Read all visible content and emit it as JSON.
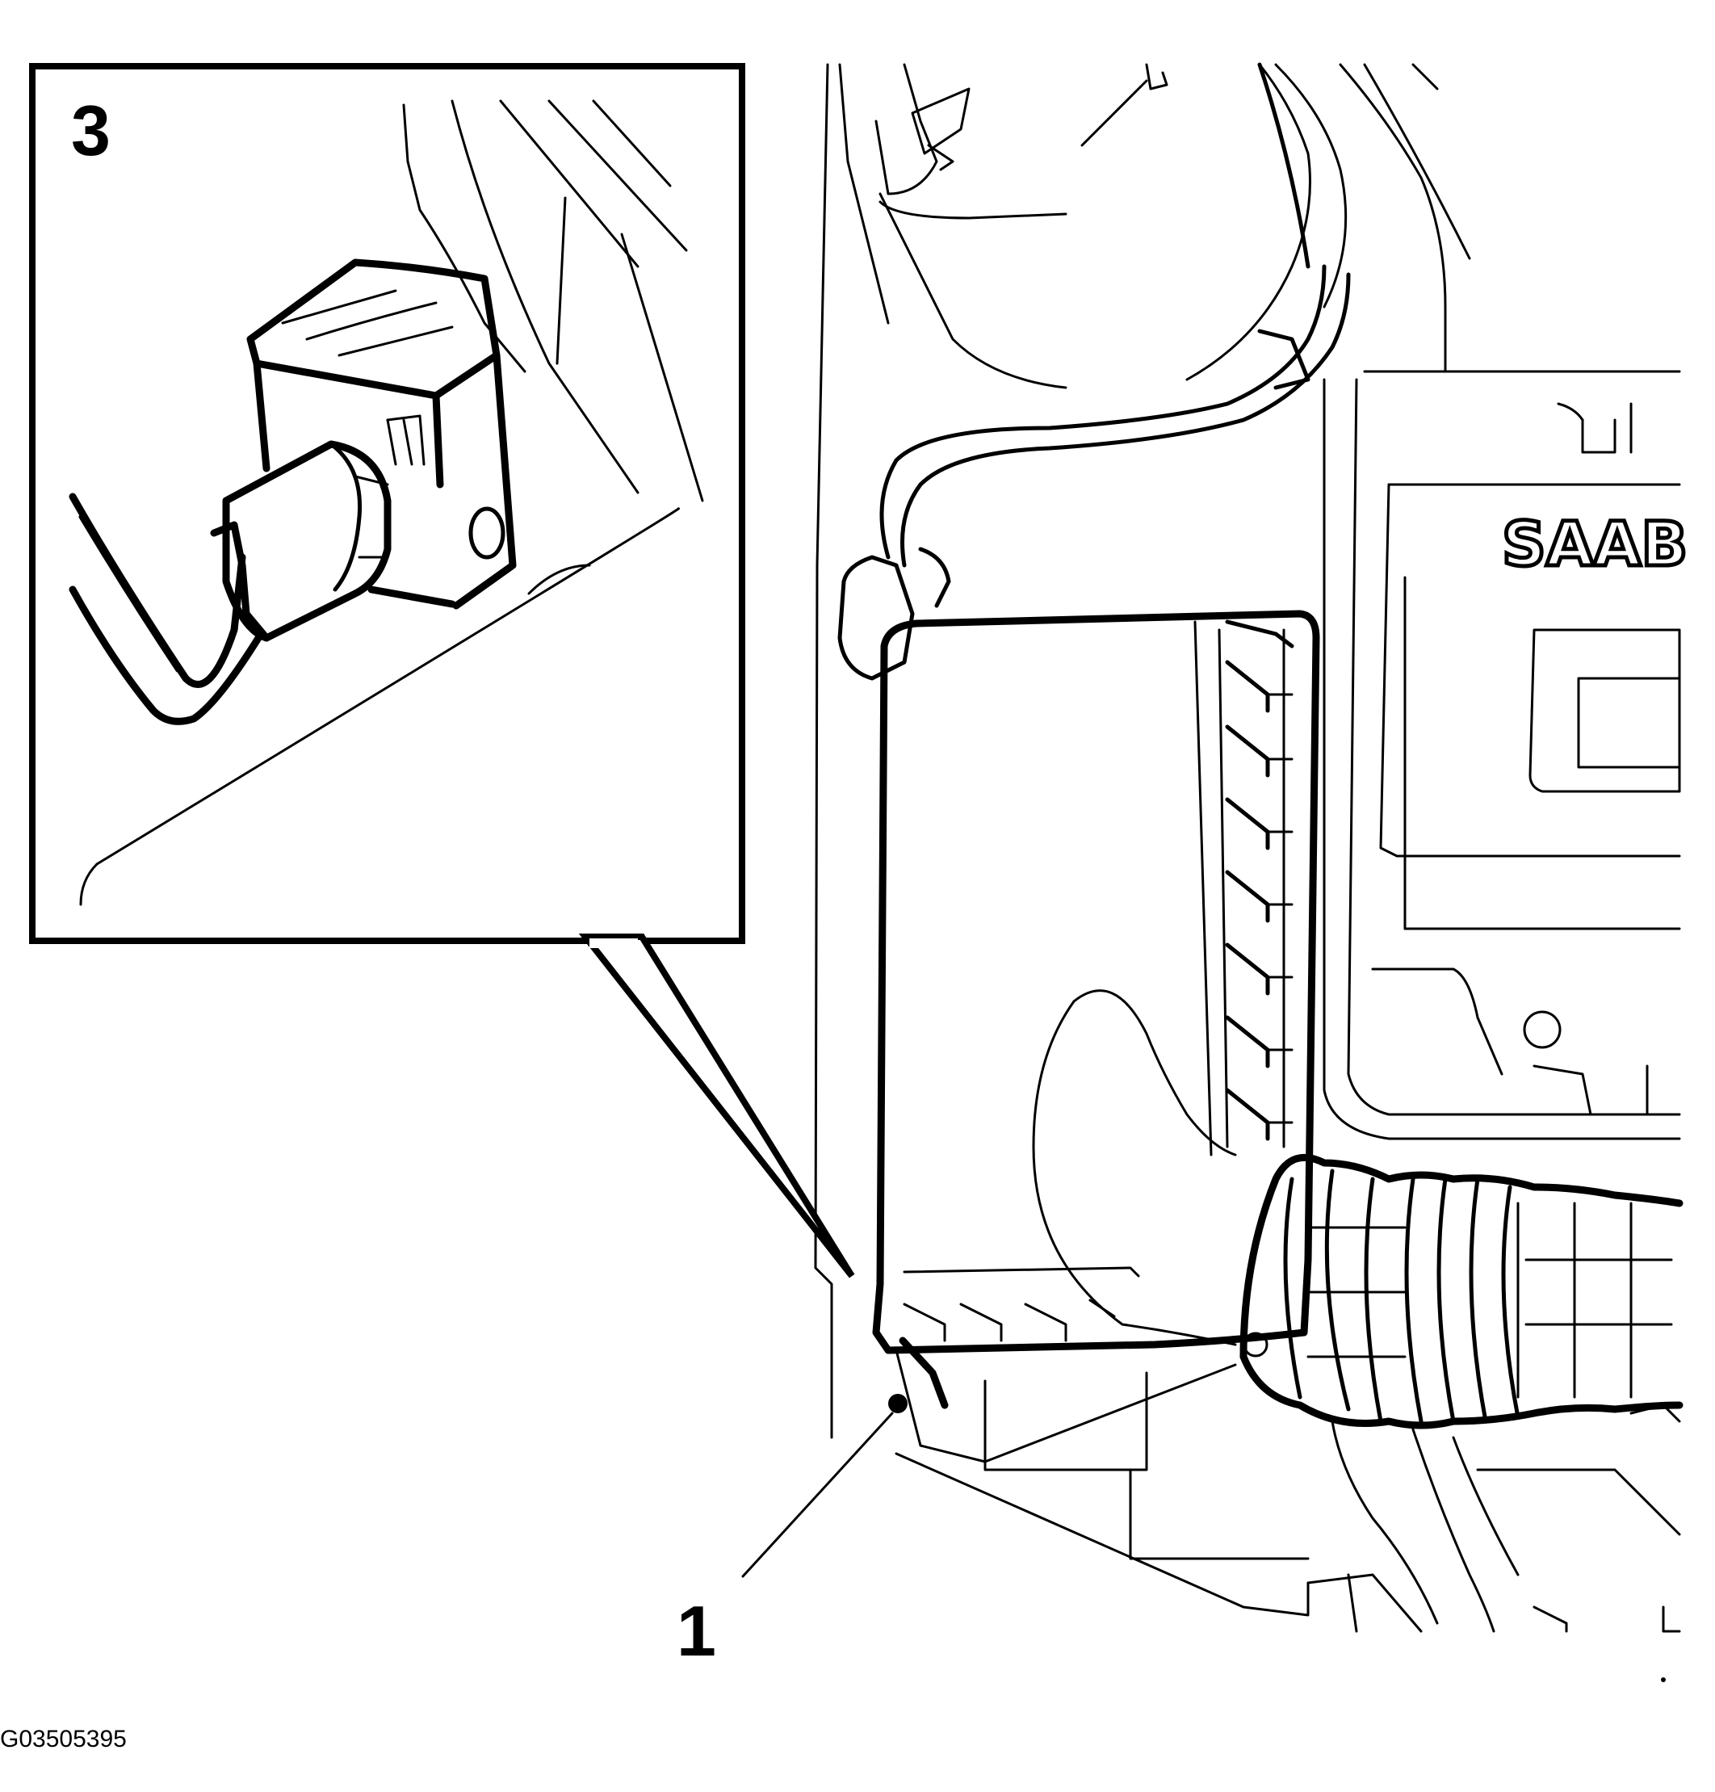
{
  "diagram": {
    "brand_text": "SAAB",
    "callouts": [
      {
        "id": "callout-1",
        "label": "1"
      },
      {
        "id": "callout-3",
        "label": "3"
      }
    ],
    "figure_id": "G03505395"
  }
}
